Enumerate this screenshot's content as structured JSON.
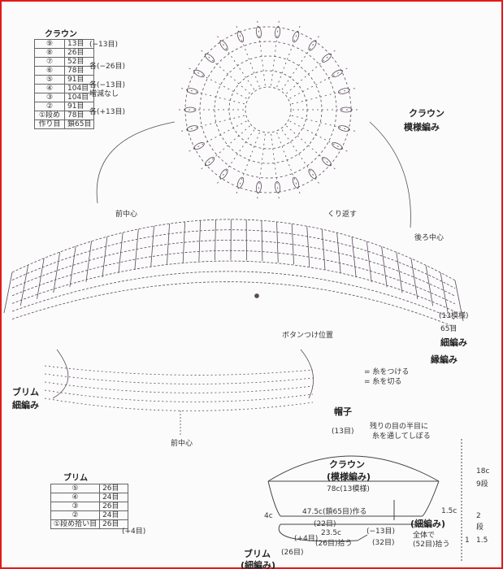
{
  "crown_table": {
    "title": "クラウン",
    "rows": [
      {
        "round": "⑨",
        "count": "13目",
        "note": "(−13目)"
      },
      {
        "round": "⑧",
        "count": "26目",
        "note": ""
      },
      {
        "round": "⑦",
        "count": "52目",
        "note": "各(−26目)"
      },
      {
        "round": "⑥",
        "count": "78目",
        "note": ""
      },
      {
        "round": "⑤",
        "count": "91目",
        "note": "各(−13目)"
      },
      {
        "round": "④",
        "count": "104目",
        "note": "増減なし"
      },
      {
        "round": "③",
        "count": "104目",
        "note": ""
      },
      {
        "round": "②",
        "count": "91目",
        "note": "各(+13目)"
      },
      {
        "round": "①段め",
        "count": "78目",
        "note": ""
      },
      {
        "round": "作り目",
        "count": "鎖65目",
        "note": ""
      }
    ]
  },
  "brim_table": {
    "title": "ブリム",
    "rows": [
      {
        "round": "⑤",
        "count": "26目"
      },
      {
        "round": "④",
        "count": "24目"
      },
      {
        "round": "③",
        "count": "26目"
      },
      {
        "round": "②",
        "count": "24目"
      },
      {
        "round": "①段め拾い目",
        "count": "26目",
        "note": "(+4目)"
      }
    ]
  },
  "labels": {
    "crown_pattern_1": "クラウン",
    "crown_pattern_2": "模様編み",
    "front_center": "前中心",
    "turn_back": "くり返す",
    "back_center": "後ろ中心",
    "repeat_13": "(13模様)",
    "stitches_65": "65目",
    "sc": "細編み",
    "edge": "縁編み",
    "button_pos": "ボタンつけ位置",
    "legend_attach": "= 糸をつける",
    "legend_cut": "= 糸を切る",
    "brim_1": "ブリム",
    "brim_2": "細編み",
    "front_center_bottom": "前中心",
    "hat_title": "帽子",
    "hat_13": "(13目)",
    "hat_note_1": "残りの目の半目に",
    "hat_note_2": "糸を通してしぼる",
    "hat_crown_1": "クラウン",
    "hat_crown_2": "(模様編み)",
    "hat_78": "78c(13模様)",
    "hat_18c": "18c",
    "hat_9": "9段",
    "hat_475": "47.5c(鎖65目)作る",
    "hat_22": "(22目)",
    "hat_4c": "4c",
    "hat_1_5c": "1.5c",
    "hat_sc_paren": "(細編み)",
    "hat_plus4": "(+4目)",
    "hat_235": "23.5c",
    "hat_26": "(26目)拾う",
    "hat_minus13": "(−13目)",
    "hat_whole": "全体で",
    "hat_52": "(52目)拾う",
    "hat_2": "2",
    "hat_dan": "段",
    "hat_1": "1",
    "hat_15": "1.5",
    "hat_32": "(32目)",
    "hat_26b": "(26目)",
    "hat_brim_1": "ブリム",
    "hat_brim_2": "(細編み)"
  }
}
